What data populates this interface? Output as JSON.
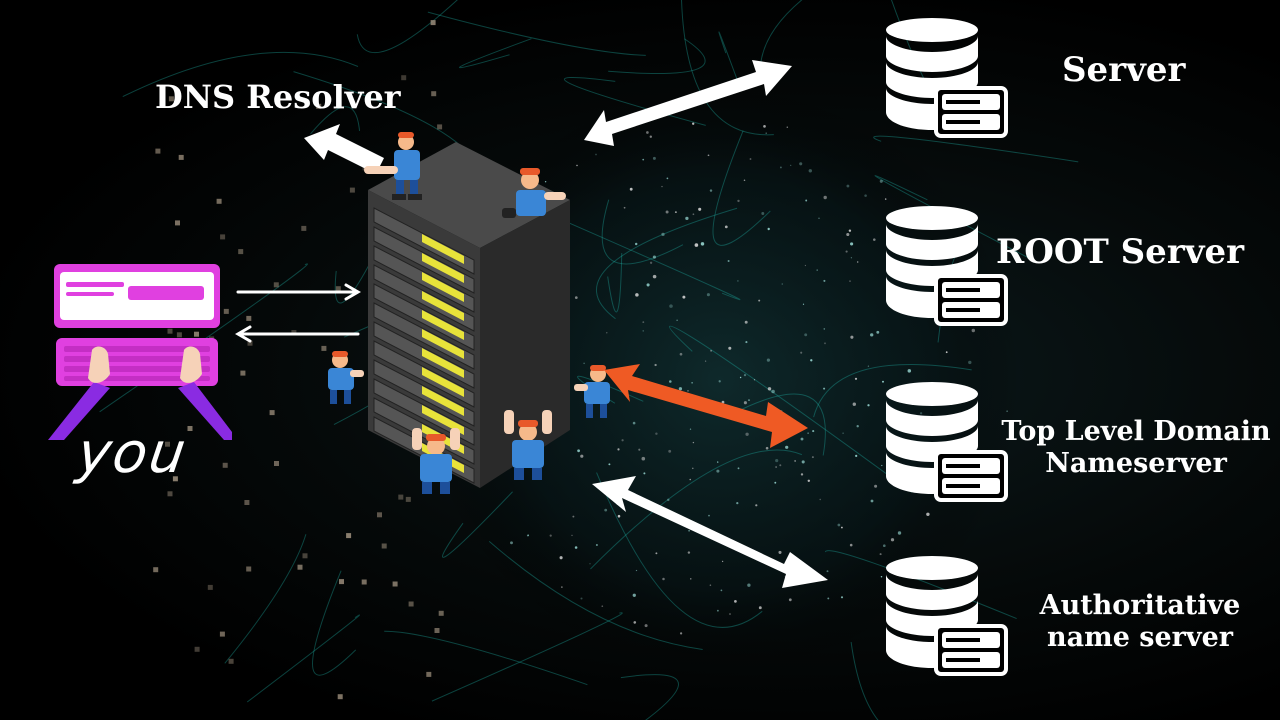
{
  "labels": {
    "dns_resolver": "DNS Resolver",
    "server": "Server",
    "root_server": "ROOT Server",
    "tld_line1": "Top Level Domain",
    "tld_line2": "Nameserver",
    "auth_line1": "Authoritative",
    "auth_line2": "name server",
    "you": "you"
  },
  "icons": {
    "server_icons": [
      "database-icon",
      "database-icon",
      "database-icon",
      "database-icon"
    ],
    "server_rack": "server-rack-icon",
    "laptop": "laptop-icon",
    "workers": "worker-figure-icon"
  },
  "colors": {
    "background": "#000000",
    "arrow_primary": "#ffffff",
    "arrow_highlight": "#ef5a24",
    "laptop": "#e040e0",
    "sleeve": "#8a2be2",
    "rack_face": "#3a3a3a",
    "rack_light": "#e8e33a",
    "globe_glow": "#1fb9b0"
  }
}
